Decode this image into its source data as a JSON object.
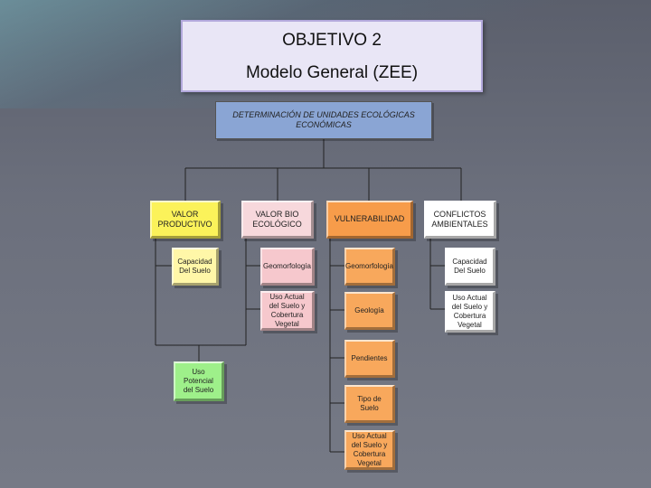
{
  "title": {
    "line1": "OBJETIVO 2",
    "line2": "Modelo General (ZEE)"
  },
  "root": "DETERMINACIÓN DE UNIDADES ECOLÓGICAS\nECONÓMICAS",
  "categories": {
    "valor_productivo": "VALOR\nPRODUCTIVO",
    "valor_bio_ecologico": "VALOR BIO\nECOLÓGICO",
    "vulnerabilidad": "VULNERABILIDAD",
    "conflictos_ambientales": "CONFLICTOS\nAMBIENTALES"
  },
  "valor_productivo_items": [
    "Capacidad\nDel Suelo",
    "Uso\nPotencial\ndel Suelo"
  ],
  "valor_bio_ecologico_items": [
    "Geomorfología",
    "Uso Actual\ndel Suelo y\nCobertura\nVegetal"
  ],
  "vulnerabilidad_items": [
    "Geomorfología",
    "Geología",
    "Pendientes",
    "Tipo de\nSuelo",
    "Uso Actual\ndel Suelo y\nCobertura\nVegetal"
  ],
  "conflictos_items": [
    "Capacidad\nDel Suelo",
    "Uso Actual\ndel Suelo y\nCobertura\nVegetal"
  ],
  "colors": {
    "root": "#8aa5d4",
    "yellow": "#fbf25a",
    "pink": "#f7d8dc",
    "orange": "#f79c4a",
    "white": "#ffffff",
    "green": "#9ef08a"
  }
}
